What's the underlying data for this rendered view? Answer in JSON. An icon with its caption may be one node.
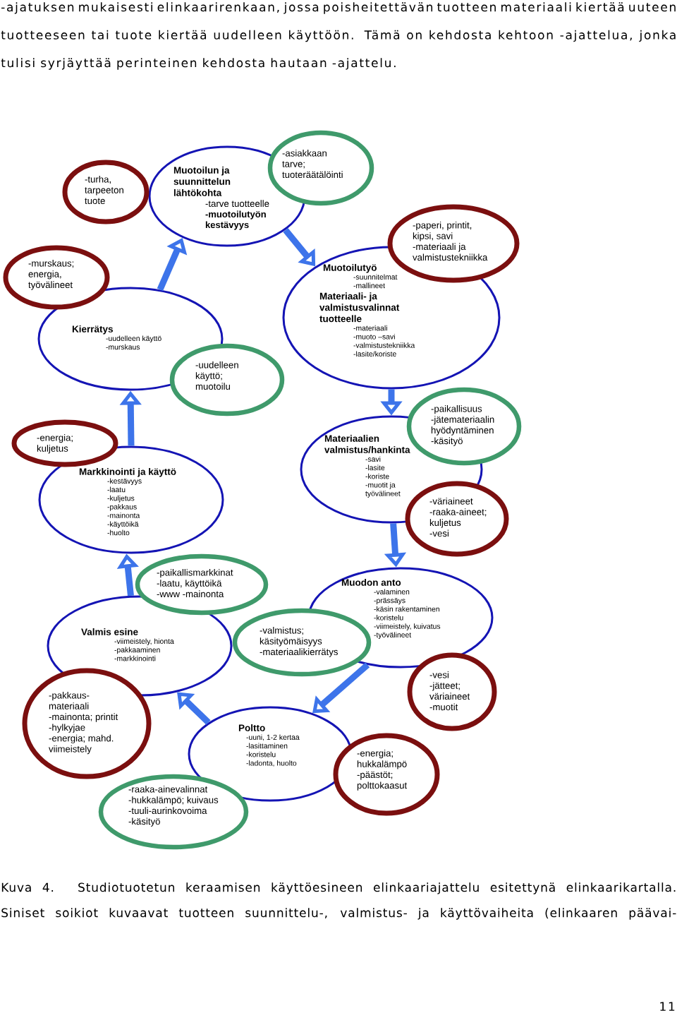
{
  "diagram": {
    "caption": "Kuva 4. Studiotuotetun keraamisen käyttöesineen elinkaariajattelu esitettynä elinkaarikartalla. Siniset soikiot kuvaavat tuotteen suunnittelu-, valmistus- ja käyttövaiheita (elinkaaren päävai-",
    "nodes": [
      {
        "text": [
          "-turha, tarpeeton tuote"
        ]
      },
      {
        "text": [
          "Muotoilun ja suunnittelun lähtökohta",
          "-tarve tuotteelle",
          "-muotoilutyön kestävyys"
        ]
      },
      {
        "text": [
          "-asiakkaan tarve; tuoteräätälöinti"
        ]
      },
      {
        "text": [
          "-paperi, printit, kipsi, savi",
          "-materiaali ja valmistustekniikka"
        ]
      },
      {
        "text": [
          "-murskaus; energia, työvälineet"
        ]
      },
      {
        "text": [
          "Muotoilutyö",
          "-suunnitelmat",
          "-mallineet",
          "Materiaali- ja valmistusvalinnat tuotteelle",
          "-materiaali",
          "-muoto –savi",
          "-valmistustekniikka",
          "-lasite/koriste"
        ]
      },
      {
        "text": [
          "Kierrätys",
          "-uudelleen käyttö",
          "-murskaus"
        ]
      },
      {
        "text": [
          "-uudelleen käyttö; muotoilu"
        ]
      },
      {
        "text": [
          "-paikallisuus",
          "-jätemateriaalin hyödyntäminen",
          "-käsityö"
        ]
      },
      {
        "text": [
          "-energia; kuljetus"
        ]
      },
      {
        "text": [
          "Markkinointi ja käyttö",
          "-kestävyys",
          "-laatu",
          "-kuljetus",
          "-pakkaus",
          "-mainonta",
          "-käyttöikä",
          "-huolto"
        ]
      },
      {
        "text": [
          "Materiaalien valmistus/hankinta",
          "-savi",
          "-lasite",
          "-koriste",
          "-muotit ja työvälineet"
        ]
      },
      {
        "text": [
          "-väriaineet",
          "-raaka-aineet; kuljetus",
          "-vesi"
        ]
      },
      {
        "text": [
          "-paikallismarkkinat",
          "-laatu, käyttöikä",
          "-www -mainonta"
        ]
      },
      {
        "text": [
          "Muodon anto",
          "-valaminen",
          "-prässäys",
          "-käsin rakentaminen",
          "-koristelu",
          "-viimeistely, kuivatus",
          "-työvälineet"
        ]
      },
      {
        "text": [
          "Valmis esine",
          "-viimeistely, hionta",
          "-pakkaaminen",
          "-markkinointi"
        ]
      },
      {
        "text": [
          "-valmistus; käsityömäisyys",
          "-materiaalikierrätys"
        ]
      },
      {
        "text": [
          "-vesi",
          "-jätteet; väriaineet",
          "-muotit"
        ]
      },
      {
        "text": [
          "-pakkaus- materiaali",
          "-mainonta; printit",
          "-hylkyjae",
          "-energia;  mahd. viimeistely"
        ]
      },
      {
        "text": [
          "Poltto",
          "-uuni, 1-2 kertaa",
          "-lasittaminen",
          "-koristelu",
          "-ladonta, huolto"
        ]
      },
      {
        "text": [
          "-energia; hukkalämpö",
          "-päästöt; polttokaasut"
        ]
      },
      {
        "text": [
          "-raaka-ainevalinnat",
          "-hukkalämpö; kuivaus",
          "-tuuli-aurinkovoima",
          "-käsityö"
        ]
      }
    ],
    "edges": [
      {
        "from": 6,
        "to": 1,
        "arrow": "to"
      },
      {
        "from": 1,
        "to": 5,
        "arrow": "to"
      },
      {
        "from": 5,
        "to": 11,
        "arrow": "to"
      },
      {
        "from": 11,
        "to": 14,
        "arrow": "to"
      },
      {
        "from": 14,
        "to": 19,
        "arrow": "to"
      },
      {
        "from": 19,
        "to": 15,
        "arrow": "to"
      },
      {
        "from": 15,
        "to": 10,
        "arrow": "to"
      },
      {
        "from": 10,
        "to": 6,
        "arrow": "to"
      }
    ],
    "labels": [
      "-ajatuksen mukaisesti elinkaarirenkaan, jossa poisheitettävän tuotteen materiaali kiertää uuteen tuotteeseen tai tuote kiertää uudelleen käyttöön. Tämä on kehdosta kehtoon -ajattelua, jonka tulisi syrjäyttää perinteinen kehdosta hautaan -ajattelu.",
      "11"
    ]
  }
}
